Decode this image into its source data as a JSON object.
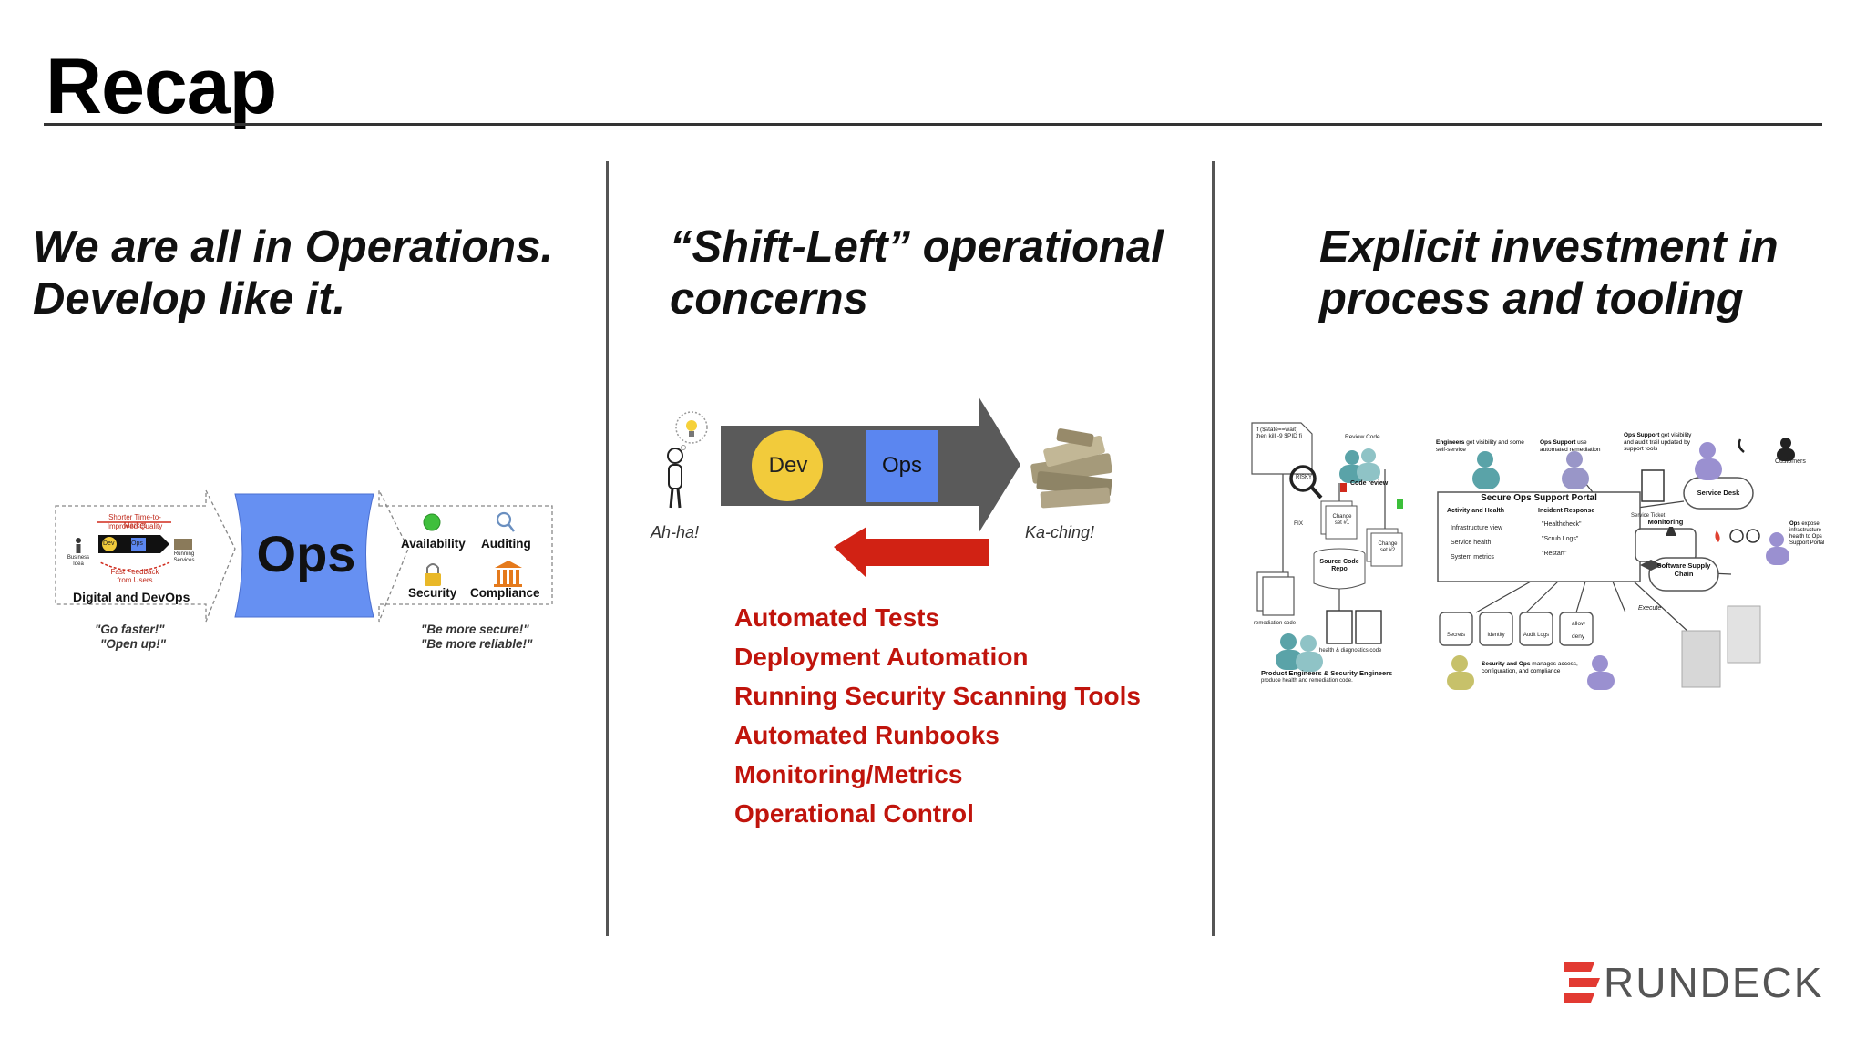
{
  "slide": {
    "title": "Recap",
    "logo_text": "RUNDECK",
    "brand_color": "#e23a32",
    "columns": [
      {
        "heading_lines": [
          "We are all in Operations.",
          "Develop like it."
        ]
      },
      {
        "heading_lines": [
          "“Shift-Left” operational",
          "concerns"
        ]
      },
      {
        "heading_lines": [
          "Explicit investment in",
          "process and tooling"
        ]
      }
    ]
  },
  "left_figure": {
    "ops_label": "Ops",
    "devops_caption": "Digital and DevOps",
    "shorter_ttm": "Shorter Time-to-Market",
    "improved_quality": "Improved Quality",
    "fast_feedback": "Fast Feedback",
    "from_users": "from Users",
    "business_idea": "Business Idea",
    "running_services": "Running Services",
    "mini_dev": "Dev",
    "mini_ops": "Ops",
    "quote_left_1": "\"Go faster!\"",
    "quote_left_2": "\"Open up!\"",
    "items": [
      {
        "label": "Availability",
        "icon": "green-dot-icon"
      },
      {
        "label": "Auditing",
        "icon": "magnifier-icon"
      },
      {
        "label": "Security",
        "icon": "padlock-icon"
      },
      {
        "label": "Compliance",
        "icon": "courthouse-icon"
      }
    ],
    "quote_right_1": "\"Be more secure!\"",
    "quote_right_2": "\"Be more reliable!\""
  },
  "middle_figure": {
    "dev_label": "Dev",
    "ops_label": "Ops",
    "aha_caption": "Ah-ha!",
    "kaching_caption": "Ka-ching!",
    "list": [
      "Automated Tests",
      "Deployment Automation",
      "Running Security Scanning Tools",
      "Automated Runbooks",
      "Monitoring/Metrics",
      "Operational Control"
    ],
    "list_color": "#c0140c",
    "dev_color": "#f2cb3b",
    "ops_color": "#5b86f0"
  },
  "right_figure": {
    "portal_title": "Secure Ops Support Portal",
    "col1_header": "Activity and Health",
    "col1_items": [
      "Infrastructure view",
      "Service health",
      "System metrics"
    ],
    "col2_header": "Incident Response",
    "col2_items": [
      "\"Healthcheck\"",
      "\"Scrub Logs\"",
      "\"Restart\""
    ],
    "script_text": "if ($state==wait) then kill -9 $PID fi",
    "risky": "RISKY",
    "review_code": "Review Code",
    "code_review": "Code review",
    "change1": "Change set #1",
    "change2": "Change set #2",
    "fix": "FIX",
    "source_repo": "Source Code Repo",
    "remediation_code": "remediation code",
    "health_code": "health & diagnostics code",
    "product_engineers": "Product Engineers & Security Engineers",
    "product_engineers_sub": "produce health and remediation code.",
    "engineers_note_b": "Engineers",
    "engineers_note": "get visibility and some self-service",
    "ops_support_b": "Ops Support",
    "ops_support_note": "use automated remediation",
    "ops_support2_b": "Ops Support",
    "ops_support2_note": "get visibility and audit trail updated by support tools",
    "customers": "Customers",
    "service_desk": "Service Desk",
    "service_ticket": "Service Ticket",
    "monitoring": "Monitoring",
    "ops_expose_b": "Ops",
    "ops_expose": "expose infrastructure health to Ops Support Portal",
    "supply_chain": "Software Supply Chain",
    "execute": "Execute",
    "bottom_tools": [
      "Secrets",
      "Identity",
      "Audit Logs"
    ],
    "allow": "allow",
    "deny": "deny",
    "sec_ops_b": "Security and Ops",
    "sec_ops_note": "manages access, configuration, and compliance"
  }
}
